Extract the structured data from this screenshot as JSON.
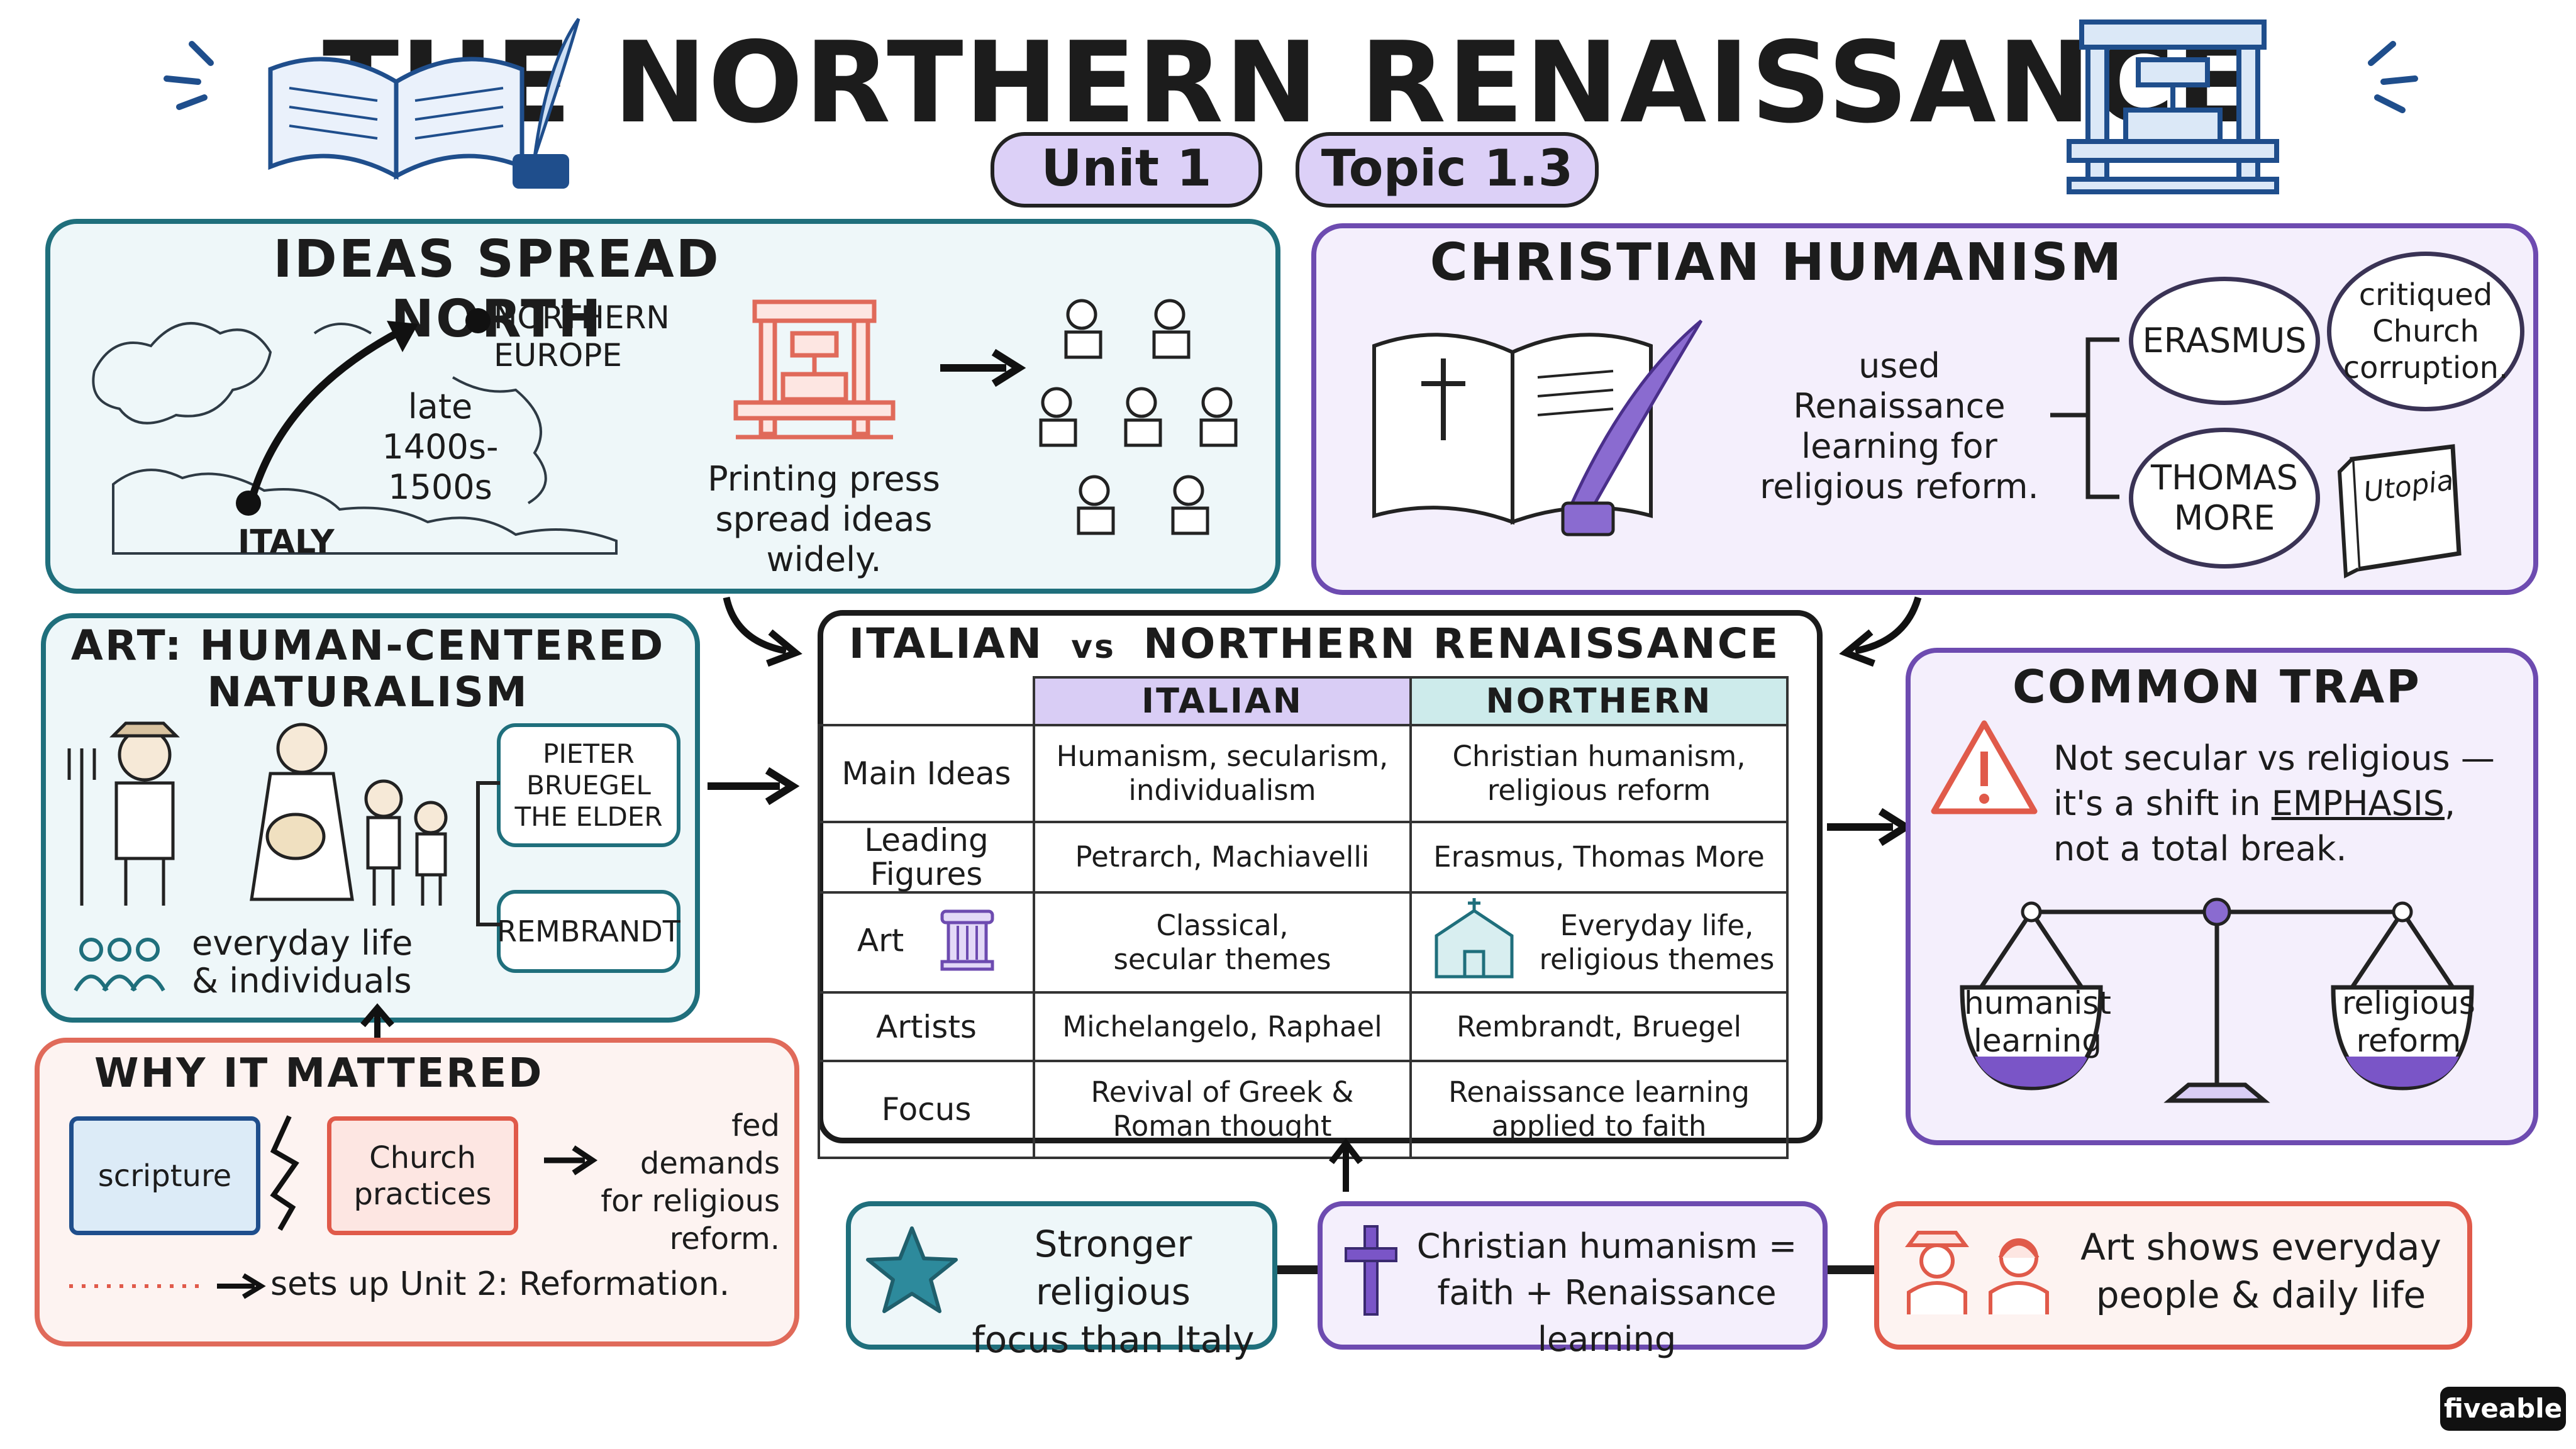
{
  "header": {
    "title": "THE NORTHERN RENAISSANCE",
    "unit": "Unit 1",
    "topic": "Topic 1.3"
  },
  "ideas": {
    "title": "IDEAS SPREAD NORTH",
    "north_label_1": "NORTHERN",
    "north_label_2": "EUROPE",
    "time_1": "late",
    "time_2": "1400s-1500s",
    "italy": "ITALY",
    "press_caption_1": "Printing press",
    "press_caption_2": "spread ideas",
    "press_caption_3": "widely."
  },
  "humanism": {
    "title": "CHRISTIAN HUMANISM",
    "desc_1": "used Renaissance",
    "desc_2": "learning for",
    "desc_3": "religious reform.",
    "erasmus": "ERASMUS",
    "more_1": "THOMAS",
    "more_2": "MORE",
    "critique_1": "critiqued",
    "critique_2": "Church",
    "critique_3": "corruption.",
    "utopia": "Utopia"
  },
  "art": {
    "title_1": "ART: HUMAN-CENTERED",
    "title_2": "NATURALISM",
    "bruegel_1": "PIETER",
    "bruegel_2": "BRUEGEL",
    "bruegel_3": "THE ELDER",
    "rembrandt": "REMBRANDT",
    "caption_1": "everyday life",
    "caption_2": "& individuals"
  },
  "comparison": {
    "title_left": "ITALIAN",
    "title_vs": "vs",
    "title_right": "NORTHERN RENAISSANCE",
    "col_italian": "ITALIAN",
    "col_northern": "NORTHERN",
    "rows": [
      {
        "label": "Main Ideas",
        "italian_1": "Humanism, secularism,",
        "italian_2": "individualism",
        "northern_1": "Christian humanism,",
        "northern_2": "religious reform"
      },
      {
        "label": "Leading Figures",
        "italian_1": "Petrarch, Machiavelli",
        "italian_2": "",
        "northern_1": "Erasmus, Thomas More",
        "northern_2": ""
      },
      {
        "label": "Art",
        "italian_1": "Classical,",
        "italian_2": "secular themes",
        "northern_1": "Everyday life,",
        "northern_2": "religious themes"
      },
      {
        "label": "Artists",
        "italian_1": "Michelangelo, Raphael",
        "italian_2": "",
        "northern_1": "Rembrandt, Bruegel",
        "northern_2": ""
      },
      {
        "label": "Focus",
        "italian_1": "Revival of Greek &",
        "italian_2": "Roman thought",
        "northern_1": "Renaissance learning",
        "northern_2": "applied to faith"
      }
    ]
  },
  "trap": {
    "title": "COMMON TRAP",
    "line_1": "Not secular vs religious —",
    "line_2a": "it's a shift in ",
    "line_2b": "EMPHASIS",
    "line_2c": ",",
    "line_3": "not a total break.",
    "left_pan_1": "humanist",
    "left_pan_2": "learning",
    "right_pan_1": "religious",
    "right_pan_2": "reform"
  },
  "mattered": {
    "title": "WHY IT MATTERED",
    "scripture": "scripture",
    "church_1": "Church",
    "church_2": "practices",
    "demands_1": "fed demands",
    "demands_2": "for religious",
    "demands_3": "reform.",
    "unit2": "sets up Unit 2: Reformation."
  },
  "bottom": {
    "box1_1": "Stronger religious",
    "box1_2": "focus than Italy",
    "box2_1": "Christian humanism =",
    "box2_2": "faith + Renaissance learning",
    "box3_1": "Art shows everyday",
    "box3_2": "people & daily life"
  },
  "brand": "fiveable",
  "colors": {
    "teal": "#1f6f7c",
    "purple": "#6d4bb0",
    "red": "#e06a5a",
    "lavender": "#dcd0f7",
    "mint": "#cdebeb"
  }
}
